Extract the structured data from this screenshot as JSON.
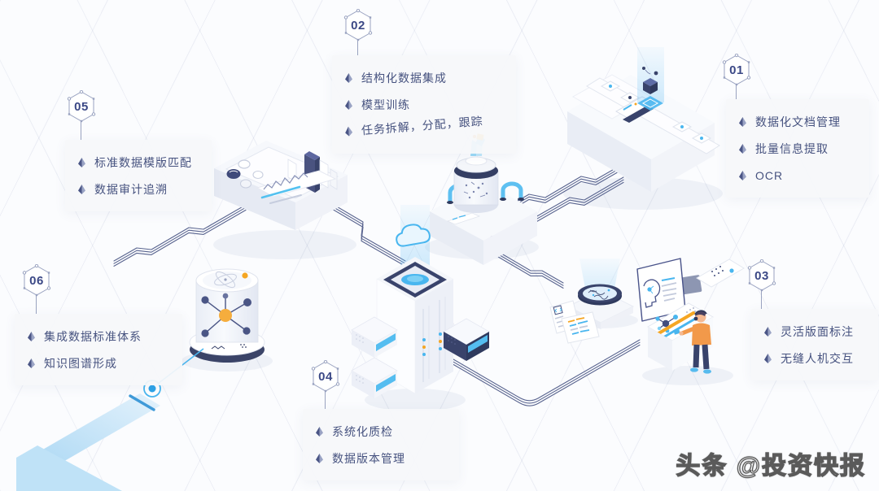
{
  "steps": [
    {
      "number": "01",
      "items": [
        "数据化文档管理",
        "批量信息提取",
        "OCR"
      ]
    },
    {
      "number": "02",
      "items": [
        "结构化数据集成",
        "模型训练",
        "任务拆解，分配，跟踪"
      ]
    },
    {
      "number": "03",
      "items": [
        "灵活版面标注",
        "无缝人机交互"
      ]
    },
    {
      "number": "04",
      "items": [
        "系统化质检",
        "数据版本管理"
      ]
    },
    {
      "number": "05",
      "items": [
        "标准数据模版匹配",
        "数据审计追溯"
      ]
    },
    {
      "number": "06",
      "items": [
        "集成数据标准体系",
        "知识图谱形成"
      ]
    }
  ],
  "watermark": {
    "text": "头条 @投资快报"
  },
  "colors": {
    "text_navy": "#46527f",
    "badge_navy": "#3b4886",
    "wire": "#59648f",
    "accent_blue": "#49b6ef",
    "accent_orange": "#f5a623",
    "dark_navy": "#39436b",
    "panel_bg": "#f6f7fa",
    "ribbon_blue": "#bfe2f7"
  },
  "icons": {
    "bullet": "diamond-bullet-icon",
    "badge": "hexagon-badge-icon",
    "cloud": "cloud-hologram-icon",
    "atom": "atom-icon",
    "network": "knowledge-graph-icon",
    "head": "ai-head-profile-icon",
    "molecule": "molecule-icon"
  }
}
